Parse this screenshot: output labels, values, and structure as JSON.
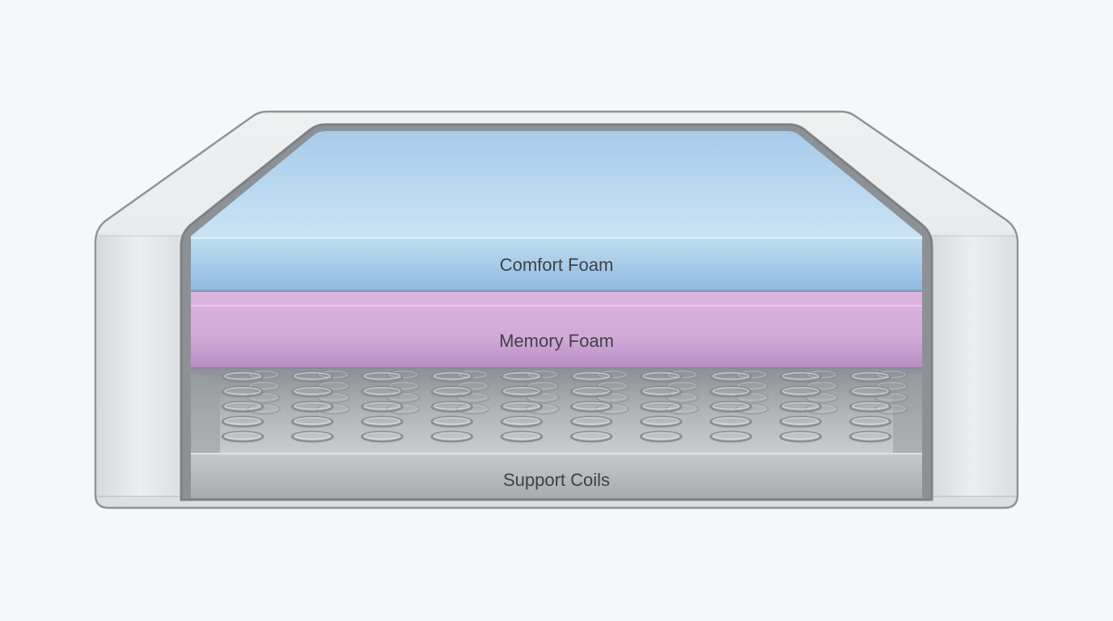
{
  "diagram": {
    "layers": [
      {
        "id": "comfort",
        "label": "Comfort Foam",
        "color": "#a9cfea"
      },
      {
        "id": "memory",
        "label": "Memory Foam",
        "color": "#d2a9d8"
      },
      {
        "id": "support",
        "label": "Support Coils",
        "color": "#b9bcbf"
      }
    ],
    "coil_columns": 10,
    "colors": {
      "background": "#f6f7f8",
      "frame": "#e6e8ea",
      "frame_stroke": "#8e9397",
      "coil_stroke": "#8a8e92"
    }
  }
}
